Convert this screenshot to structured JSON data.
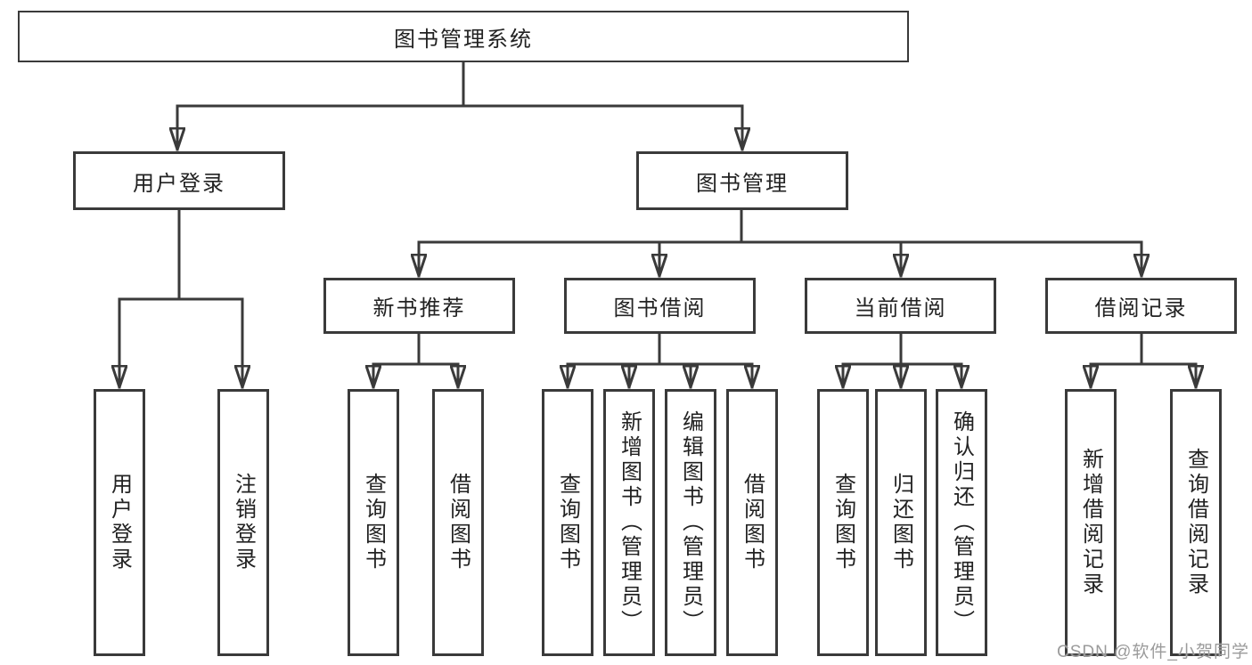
{
  "title": "图书管理系统",
  "watermark": "CSDN @软件_小贺同学",
  "colors": {
    "line": "#3a3a3a",
    "text": "#222222",
    "watermark": "#9b9b9b",
    "background": "#ffffff"
  },
  "nodes": {
    "root": {
      "label": "图书管理系统"
    },
    "user_login": {
      "label": "用户登录"
    },
    "book_mgmt": {
      "label": "图书管理"
    },
    "new_book": {
      "label": "新书推荐"
    },
    "book_borrow": {
      "label": "图书借阅"
    },
    "current_borrow": {
      "label": "当前借阅"
    },
    "borrow_records": {
      "label": "借阅记录"
    },
    "leaf_user_login": {
      "label": "用户登录"
    },
    "leaf_logout": {
      "label": "注销登录"
    },
    "leaf_nb_query": {
      "label": "查询图书"
    },
    "leaf_nb_borrow": {
      "label": "借阅图书"
    },
    "leaf_bb_query": {
      "label": "查询图书"
    },
    "leaf_bb_add": {
      "label": "新增图书（管理员）"
    },
    "leaf_bb_edit": {
      "label": "编辑图书（管理员）"
    },
    "leaf_bb_borrow": {
      "label": "借阅图书"
    },
    "leaf_cb_query": {
      "label": "查询图书"
    },
    "leaf_cb_return": {
      "label": "归还图书"
    },
    "leaf_cb_confirm": {
      "label": "确认归还（管理员）"
    },
    "leaf_br_add": {
      "label": "新增借阅记录"
    },
    "leaf_br_query": {
      "label": "查询借阅记录"
    }
  },
  "edges": [
    [
      "root",
      "user_login"
    ],
    [
      "root",
      "book_mgmt"
    ],
    [
      "user_login",
      "leaf_user_login"
    ],
    [
      "user_login",
      "leaf_logout"
    ],
    [
      "book_mgmt",
      "new_book"
    ],
    [
      "book_mgmt",
      "book_borrow"
    ],
    [
      "book_mgmt",
      "current_borrow"
    ],
    [
      "book_mgmt",
      "borrow_records"
    ],
    [
      "new_book",
      "leaf_nb_query"
    ],
    [
      "new_book",
      "leaf_nb_borrow"
    ],
    [
      "book_borrow",
      "leaf_bb_query"
    ],
    [
      "book_borrow",
      "leaf_bb_add"
    ],
    [
      "book_borrow",
      "leaf_bb_edit"
    ],
    [
      "book_borrow",
      "leaf_bb_borrow"
    ],
    [
      "current_borrow",
      "leaf_cb_query"
    ],
    [
      "current_borrow",
      "leaf_cb_return"
    ],
    [
      "current_borrow",
      "leaf_cb_confirm"
    ],
    [
      "borrow_records",
      "leaf_br_add"
    ],
    [
      "borrow_records",
      "leaf_br_query"
    ]
  ]
}
